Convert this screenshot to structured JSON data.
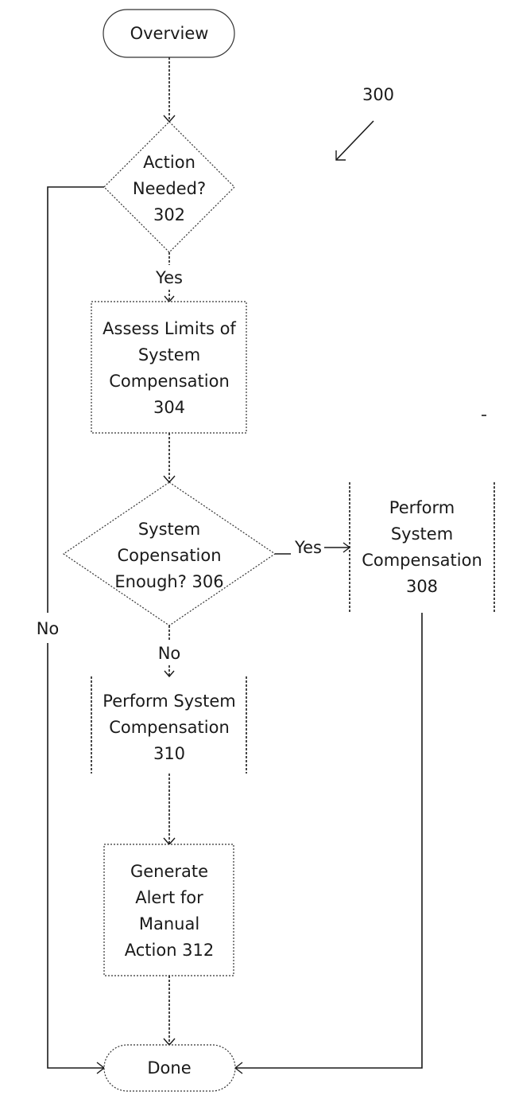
{
  "figure": {
    "ref_number": "300"
  },
  "nodes": {
    "start": {
      "label": "Overview"
    },
    "action_needed": {
      "lines": [
        "Action",
        "Needed?",
        "302"
      ]
    },
    "assess_limits": {
      "lines": [
        "Assess Limits of",
        "System",
        "Compensation",
        "304"
      ]
    },
    "compensation_enough": {
      "lines": [
        "System",
        "Copensation",
        "Enough? 306"
      ]
    },
    "perform_308": {
      "lines": [
        "Perform",
        "System",
        "Compensation",
        "308"
      ]
    },
    "perform_310": {
      "lines": [
        "Perform System",
        "Compensation",
        "310"
      ]
    },
    "generate_alert": {
      "lines": [
        "Generate",
        "Alert for",
        "Manual",
        "Action 312"
      ]
    },
    "end": {
      "label": "Done"
    }
  },
  "edge_labels": {
    "yes_302": "Yes",
    "no_302": "No",
    "yes_306": "Yes",
    "no_306": "No"
  }
}
